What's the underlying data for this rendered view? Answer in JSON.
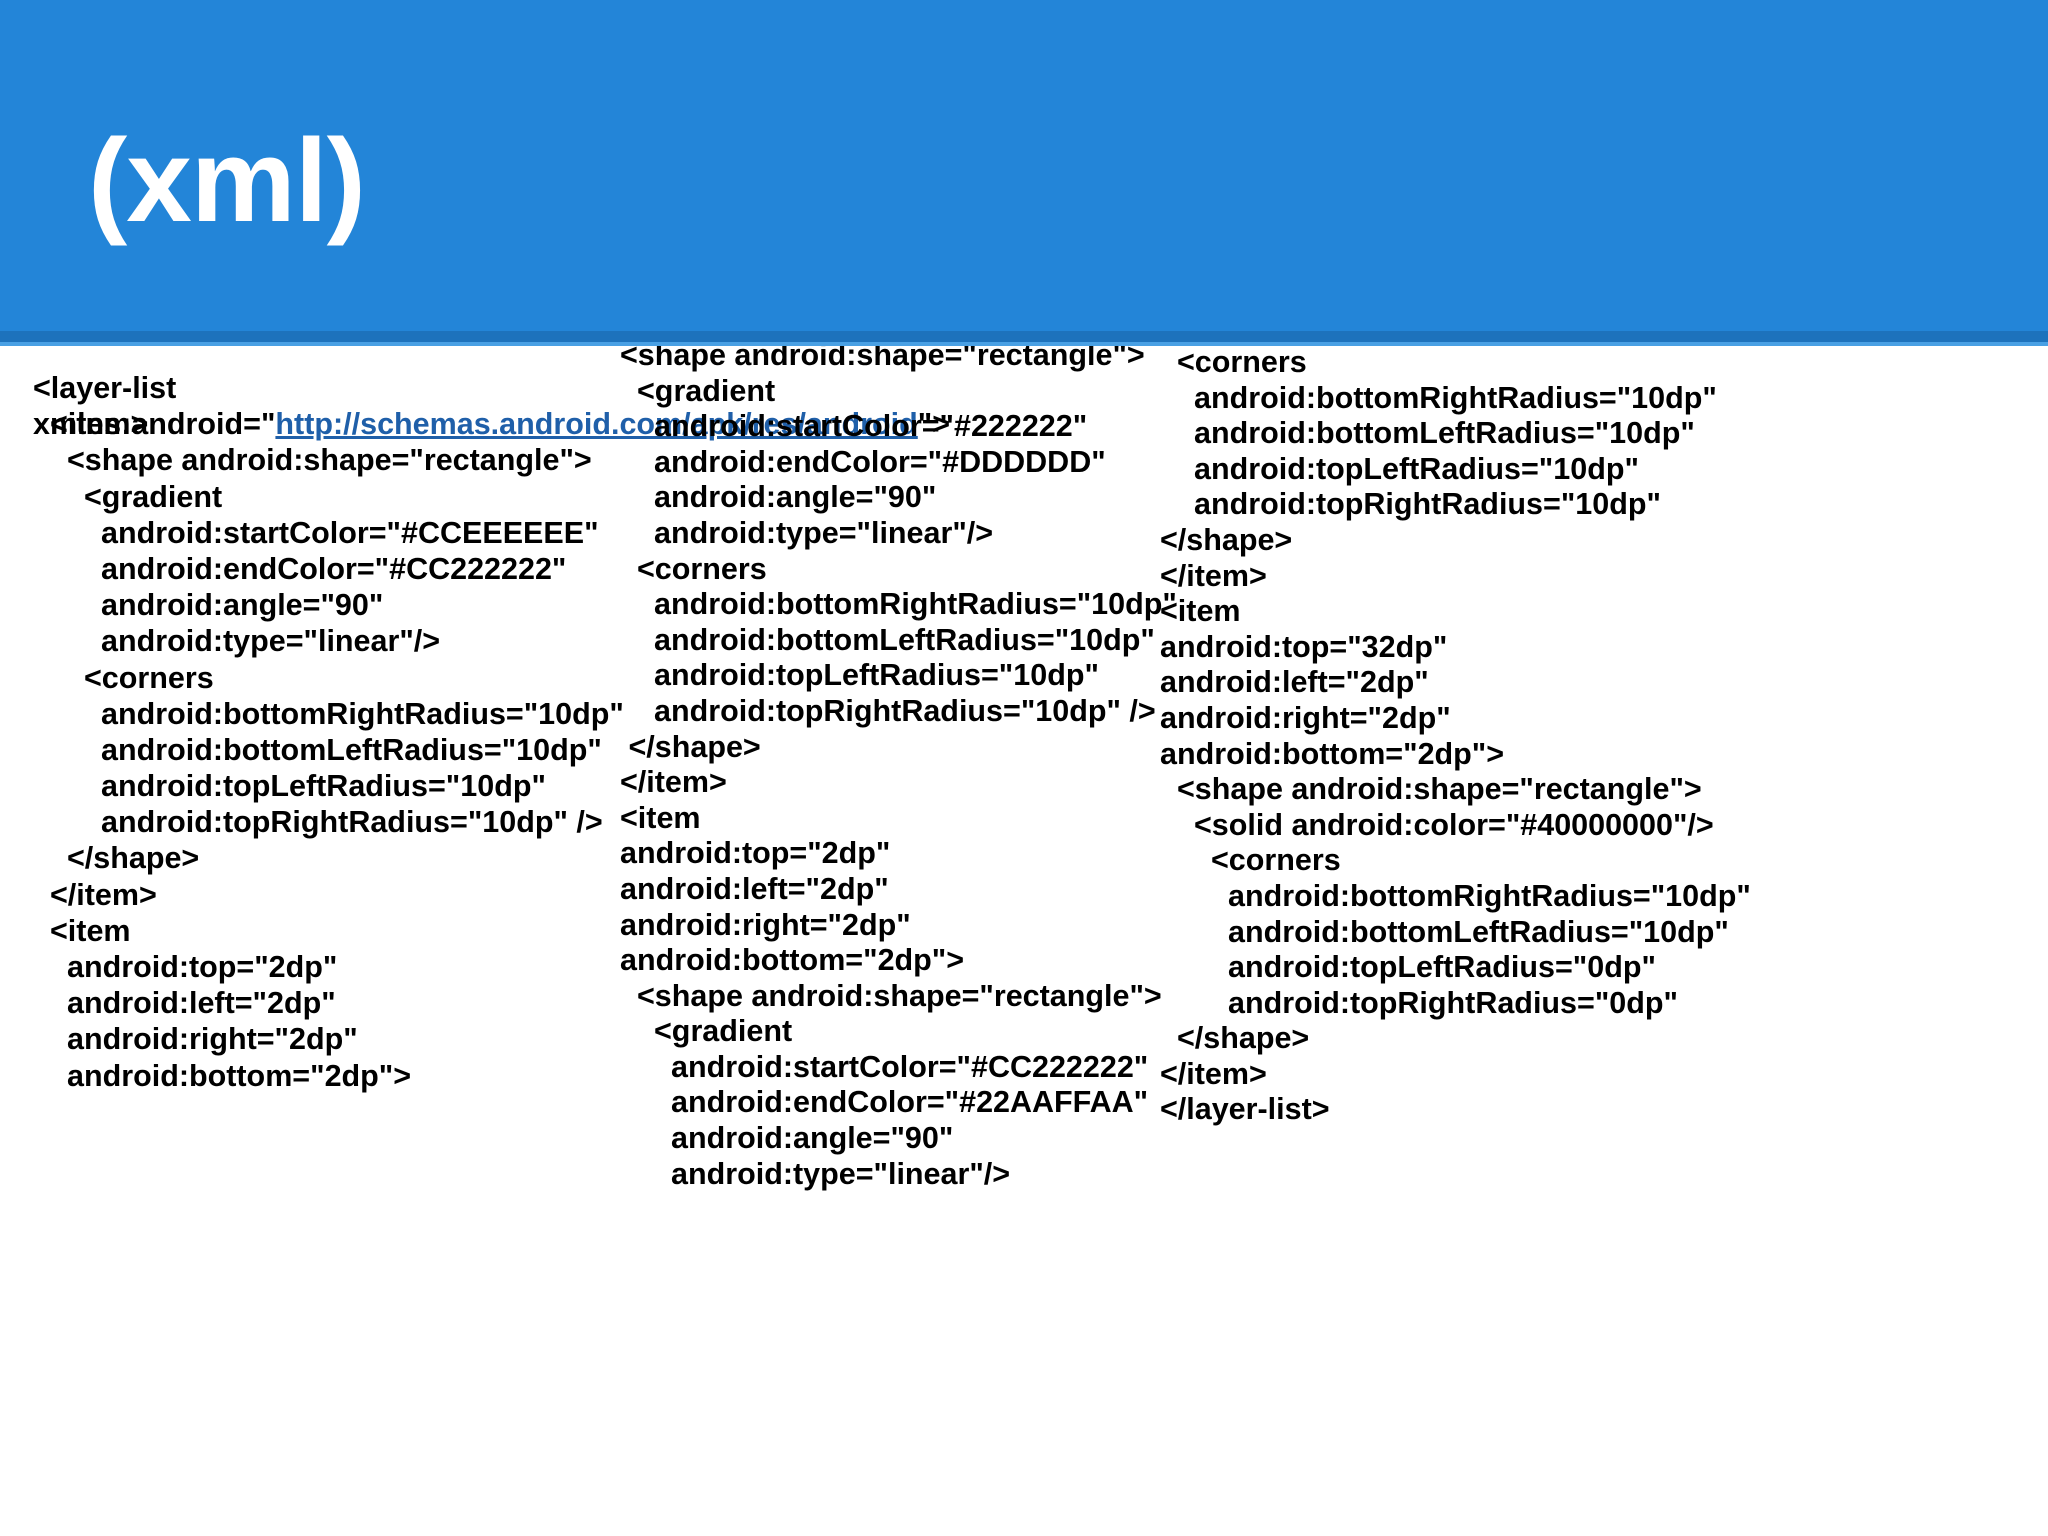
{
  "header": {
    "title": "(xml)",
    "background_color": "#2385D8",
    "accent_underline_dark": "#1D72BC",
    "accent_underline_light": "#49A0E4",
    "title_color": "#FFFFFF"
  },
  "code": {
    "language": "xml",
    "text_color": "#000000",
    "link_color": "#1F5FA9",
    "columns": [
      {
        "id": "column-1",
        "lines": [
          {
            "indent": 0,
            "text": "<layer-list xmlns:android=\"",
            "link": "http://schemas.android.com/apk/res/android",
            "tail": "\">",
            "wrapped": true
          },
          {
            "indent": 1,
            "text": "<item>"
          },
          {
            "indent": 2,
            "text": "<shape android:shape=\"rectangle\">"
          },
          {
            "indent": 3,
            "text": "<gradient"
          },
          {
            "indent": 4,
            "text": "android:startColor=\"#CCEEEEEE\""
          },
          {
            "indent": 4,
            "text": "android:endColor=\"#CC222222\""
          },
          {
            "indent": 4,
            "text": "android:angle=\"90\""
          },
          {
            "indent": 4,
            "text": "android:type=\"linear\"/>"
          },
          {
            "indent": 3,
            "text": "<corners"
          },
          {
            "indent": 4,
            "text": "android:bottomRightRadius=\"10dp\""
          },
          {
            "indent": 4,
            "text": "android:bottomLeftRadius=\"10dp\""
          },
          {
            "indent": 4,
            "text": "android:topLeftRadius=\"10dp\""
          },
          {
            "indent": 4,
            "text": "android:topRightRadius=\"10dp\" />"
          },
          {
            "indent": 2,
            "text": "</shape>"
          },
          {
            "indent": 1,
            "text": "</item>"
          },
          {
            "indent": 1,
            "text": "<item"
          },
          {
            "indent": 2,
            "text": "android:top=\"2dp\""
          },
          {
            "indent": 2,
            "text": "android:left=\"2dp\""
          },
          {
            "indent": 2,
            "text": "android:right=\"2dp\""
          },
          {
            "indent": 2,
            "text": "android:bottom=\"2dp\">"
          }
        ]
      },
      {
        "id": "column-2",
        "lines": [
          {
            "indent": 0,
            "text": "<shape android:shape=\"rectangle\">"
          },
          {
            "indent": 1,
            "text": "<gradient"
          },
          {
            "indent": 2,
            "text": "android:startColor=\"#222222\""
          },
          {
            "indent": 2,
            "text": "android:endColor=\"#DDDDDD\""
          },
          {
            "indent": 2,
            "text": "android:angle=\"90\""
          },
          {
            "indent": 2,
            "text": "android:type=\"linear\"/>"
          },
          {
            "indent": 1,
            "text": "<corners"
          },
          {
            "indent": 2,
            "text": "android:bottomRightRadius=\"10dp\""
          },
          {
            "indent": 2,
            "text": "android:bottomLeftRadius=\"10dp\""
          },
          {
            "indent": 2,
            "text": "android:topLeftRadius=\"10dp\""
          },
          {
            "indent": 2,
            "text": "android:topRightRadius=\"10dp\" />"
          },
          {
            "indent": 0,
            "text": " </shape>"
          },
          {
            "indent": -1,
            "text": "</item>"
          },
          {
            "indent": -1,
            "text": "<item"
          },
          {
            "indent": 0,
            "text": "android:top=\"2dp\""
          },
          {
            "indent": 0,
            "text": "android:left=\"2dp\""
          },
          {
            "indent": 0,
            "text": "android:right=\"2dp\""
          },
          {
            "indent": 0,
            "text": "android:bottom=\"2dp\">"
          },
          {
            "indent": 1,
            "text": "<shape android:shape=\"rectangle\">"
          },
          {
            "indent": 2,
            "text": "<gradient"
          },
          {
            "indent": 3,
            "text": "android:startColor=\"#CC222222\""
          },
          {
            "indent": 3,
            "text": "android:endColor=\"#22AAFFAA\""
          },
          {
            "indent": 3,
            "text": "android:angle=\"90\""
          },
          {
            "indent": 3,
            "text": "android:type=\"linear\"/>"
          }
        ]
      },
      {
        "id": "column-3",
        "clipped_right": true,
        "lines": [
          {
            "indent": 1,
            "text": "<corners"
          },
          {
            "indent": 2,
            "text": "android:bottomRightRadius=\"10dp\""
          },
          {
            "indent": 2,
            "text": "android:bottomLeftRadius=\"10dp\""
          },
          {
            "indent": 2,
            "text": "android:topLeftRadius=\"10dp\""
          },
          {
            "indent": 2,
            "text": "android:topRightRadius=\"10dp\""
          },
          {
            "indent": 0,
            "text": "</shape>"
          },
          {
            "indent": -1,
            "text": "</item>"
          },
          {
            "indent": -1,
            "text": "<item"
          },
          {
            "indent": 0,
            "text": "android:top=\"32dp\""
          },
          {
            "indent": 0,
            "text": "android:left=\"2dp\""
          },
          {
            "indent": 0,
            "text": "android:right=\"2dp\""
          },
          {
            "indent": 0,
            "text": "android:bottom=\"2dp\">"
          },
          {
            "indent": 1,
            "text": "<shape android:shape=\"rectangle\">"
          },
          {
            "indent": 2,
            "text": "<solid android:color=\"#40000000\"/>"
          },
          {
            "indent": 3,
            "text": "<corners"
          },
          {
            "indent": 4,
            "text": "android:bottomRightRadius=\"10dp\""
          },
          {
            "indent": 4,
            "text": "android:bottomLeftRadius=\"10dp\""
          },
          {
            "indent": 4,
            "text": "android:topLeftRadius=\"0dp\""
          },
          {
            "indent": 4,
            "text": "android:topRightRadius=\"0dp\""
          },
          {
            "indent": 1,
            "text": "</shape>"
          },
          {
            "indent": 0,
            "text": "</item>"
          },
          {
            "indent": 0,
            "text": "</layer-list>"
          }
        ]
      }
    ]
  }
}
